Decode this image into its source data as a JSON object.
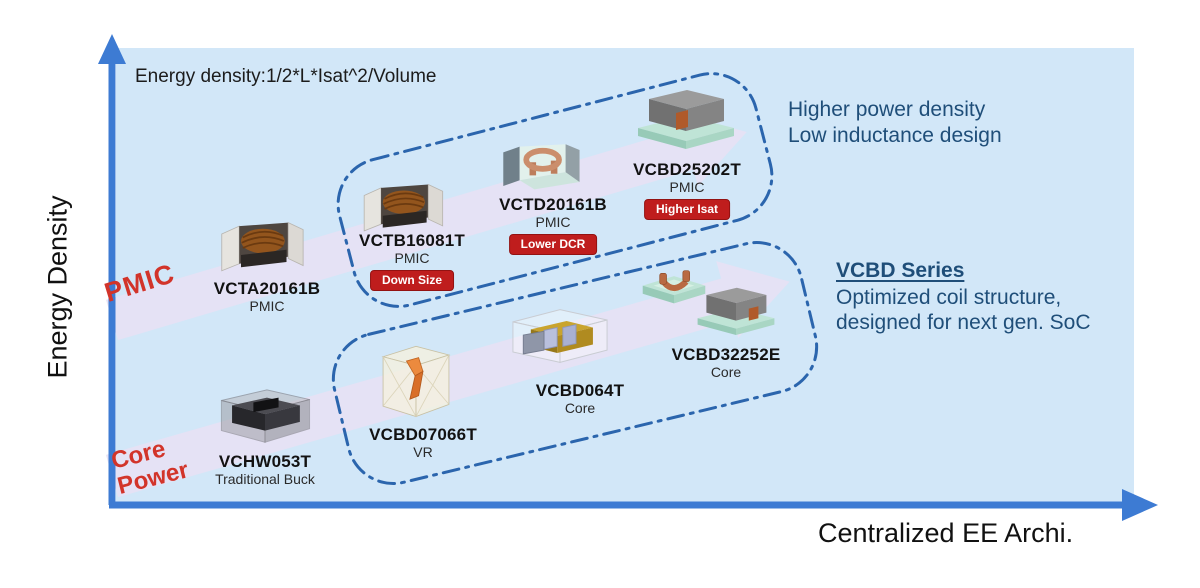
{
  "formula": "Energy density:1/2*L*Isat^2/Volume",
  "axes": {
    "y_label": "Energy Density",
    "x_label": "Centralized EE Archi."
  },
  "series_labels": {
    "pmic": "PMIC",
    "core_power": "Core\nPower"
  },
  "annotations": {
    "top_right": {
      "line1": "Higher power density",
      "line2": "Low inductance design"
    },
    "vcbd_series": {
      "title": "VCBD Series",
      "line1": "Optimized coil structure,",
      "line2": "designed for next gen. SoC"
    }
  },
  "products": [
    {
      "name": "VCTA20161B",
      "type": "PMIC",
      "badge": ""
    },
    {
      "name": "VCTB16081T",
      "type": "PMIC",
      "badge": "Down Size"
    },
    {
      "name": "VCTD20161B",
      "type": "PMIC",
      "badge": "Lower DCR"
    },
    {
      "name": "VCBD25202T",
      "type": "PMIC",
      "badge": "Higher Isat"
    },
    {
      "name": "VCHW053T",
      "type": "Traditional Buck",
      "badge": ""
    },
    {
      "name": "VCBD07066T",
      "type": "VR",
      "badge": ""
    },
    {
      "name": "VCBD064T",
      "type": "Core",
      "badge": ""
    },
    {
      "name": "VCBD32252E",
      "type": "Core",
      "badge": ""
    }
  ],
  "colors": {
    "plot_background": "#d2e7f8",
    "axis_blue": "#3d7bd3",
    "dash_border_blue": "#2b65ad",
    "trend_band_lavender": "#e6e2f4",
    "series_red": "#d2342a",
    "badge_red": "#bf1d1d",
    "annotation_navy": "#1f4e79"
  }
}
